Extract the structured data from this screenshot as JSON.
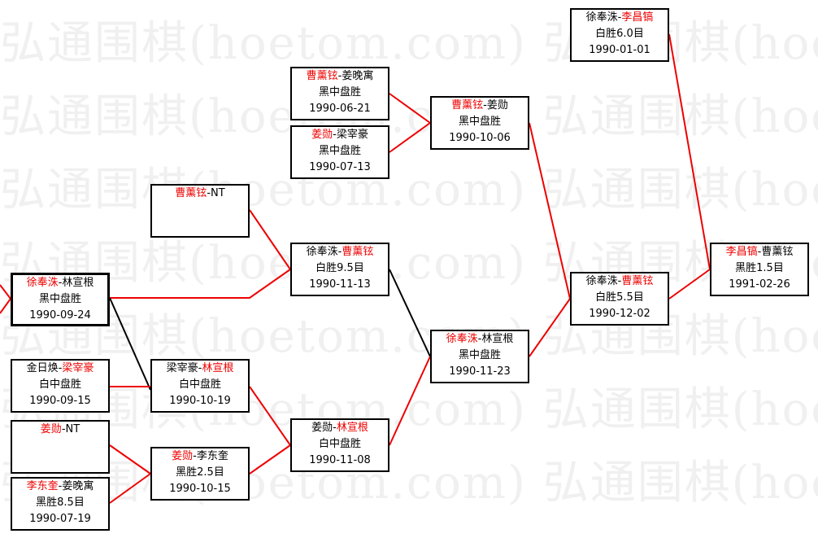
{
  "watermark": "弘通围棋(hoetom.com) 弘通围棋(hoetom.com) 弘通围棋(hoetom.com)",
  "colors": {
    "winner": "#ee0000",
    "line_red": "#ee0000",
    "line_black": "#000000"
  },
  "matches": [
    {
      "p1": "徐奉洙",
      "p2": "林宣根",
      "winner": 1,
      "result": "黑中盘胜",
      "date": "1990-09-24"
    },
    {
      "p1": "金日焕",
      "p2": "梁宰豪",
      "winner": 2,
      "result": "白中盘胜",
      "date": "1990-09-15"
    },
    {
      "p1": "姜勋",
      "p2": "NT",
      "winner": 1,
      "result": "",
      "date": ""
    },
    {
      "p1": "李东奎",
      "p2": "姜晚寓",
      "winner": 1,
      "result": "黑胜8.5目",
      "date": "1990-07-19"
    },
    {
      "p1": "曹薰铉",
      "p2": "NT",
      "winner": 1,
      "result": "",
      "date": ""
    },
    {
      "p1": "梁宰豪",
      "p2": "林宣根",
      "winner": 2,
      "result": "白中盘胜",
      "date": "1990-10-19"
    },
    {
      "p1": "姜勋",
      "p2": "李东奎",
      "winner": 1,
      "result": "黑胜2.5目",
      "date": "1990-10-15"
    },
    {
      "p1": "曹薰铉",
      "p2": "姜晚寓",
      "winner": 1,
      "result": "黑中盘胜",
      "date": "1990-06-21"
    },
    {
      "p1": "姜勋",
      "p2": "梁宰豪",
      "winner": 1,
      "result": "黑中盘胜",
      "date": "1990-07-13"
    },
    {
      "p1": "徐奉洙",
      "p2": "曹薰铉",
      "winner": 2,
      "result": "白胜9.5目",
      "date": "1990-11-13"
    },
    {
      "p1": "姜勋",
      "p2": "林宣根",
      "winner": 2,
      "result": "白中盘胜",
      "date": "1990-11-08"
    },
    {
      "p1": "曹薰铉",
      "p2": "姜勋",
      "winner": 1,
      "result": "黑中盘胜",
      "date": "1990-10-06"
    },
    {
      "p1": "徐奉洙",
      "p2": "林宣根",
      "winner": 1,
      "result": "黑中盘胜",
      "date": "1990-11-23"
    },
    {
      "p1": "徐奉洙",
      "p2": "李昌镐",
      "winner": 2,
      "result": "白胜6.0目",
      "date": "1990-01-01"
    },
    {
      "p1": "徐奉洙",
      "p2": "曹薰铉",
      "winner": 2,
      "result": "白胜5.5目",
      "date": "1990-12-02"
    },
    {
      "p1": "李昌镐",
      "p2": "曹薰铉",
      "winner": 1,
      "result": "黑胜1.5目",
      "date": "1991-02-26"
    }
  ]
}
